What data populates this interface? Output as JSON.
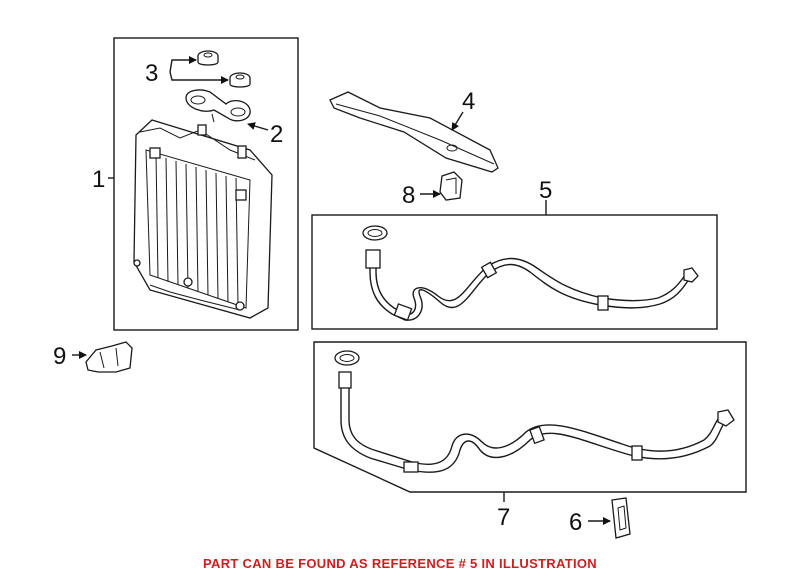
{
  "callouts": {
    "c1": "1",
    "c2": "2",
    "c3": "3",
    "c4": "4",
    "c5": "5",
    "c6": "6",
    "c7": "7",
    "c8": "8",
    "c9": "9"
  },
  "footer": {
    "text": "PART CAN BE FOUND AS REFERENCE # 5 IN ILLUSTRATION",
    "color": "#cc1f1f"
  },
  "colors": {
    "line": "#1a1a1a",
    "background": "#ffffff"
  }
}
